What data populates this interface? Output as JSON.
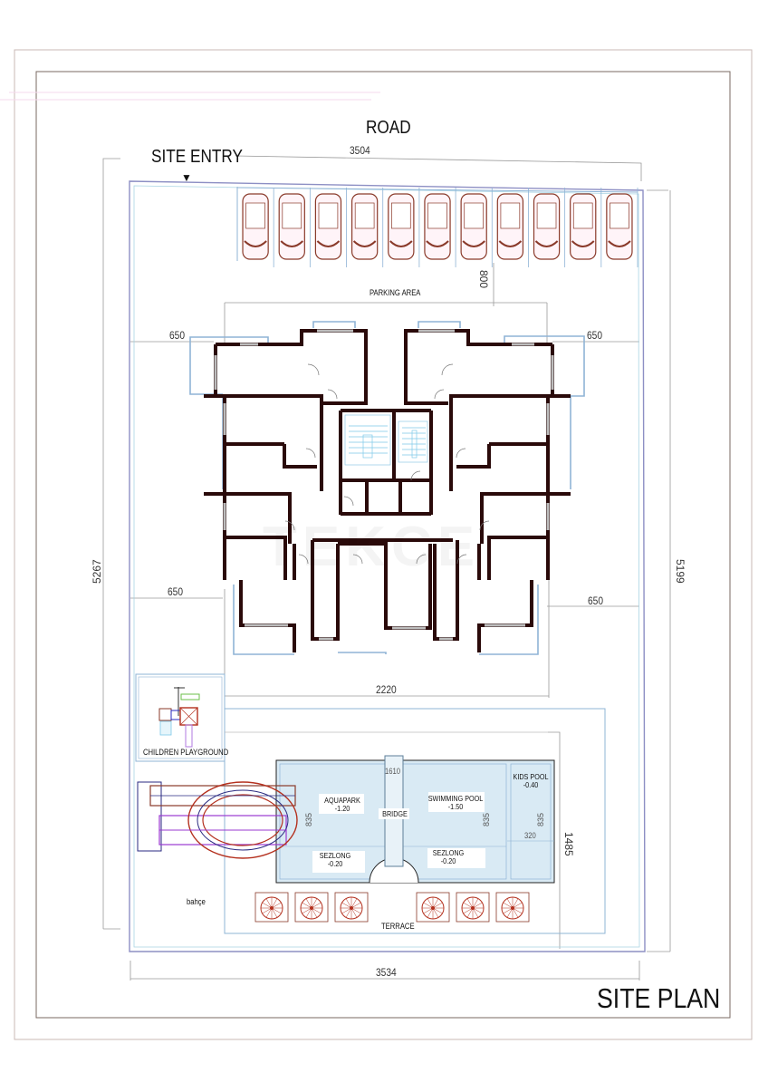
{
  "drawing": {
    "title": "SITE PLAN",
    "road_label": "ROAD",
    "site_entry_label": "SITE ENTRY",
    "site_entry_marker": "triangle-down",
    "watermark": "TEKCE"
  },
  "dimensions": {
    "top_width": "3504",
    "bottom_width": "3534",
    "left_height": "5267",
    "right_height": "5199",
    "parking_depth": "800",
    "setback_left_upper": "650",
    "setback_right_upper": "650",
    "setback_left_lower": "650",
    "setback_right_lower": "650",
    "building_width": "2220",
    "pool_area_depth": "1485"
  },
  "parking": {
    "label": "PARKING AREA",
    "space_count": 11
  },
  "playground": {
    "label": "CHILDREN PLAYGROUND"
  },
  "garden": {
    "label": "bahçe"
  },
  "pools": {
    "aquapark": {
      "name": "AQUAPARK",
      "depth": "-1.20"
    },
    "bridge": {
      "name": "BRIDGE",
      "length": "1610"
    },
    "swimming_pool": {
      "name": "SWIMMING POOL",
      "depth": "-1.50"
    },
    "kids_pool": {
      "name": "KIDS POOL",
      "depth": "-0.40",
      "width": "320"
    },
    "sezlong_left": {
      "name": "SEZLONG",
      "depth": "-0.20"
    },
    "sezlong_right": {
      "name": "SEZLONG",
      "depth": "-0.20"
    },
    "pool_depth_dims": [
      "835",
      "835",
      "835"
    ]
  },
  "terrace": {
    "label": "TERRACE",
    "umbrella_sets": 6
  },
  "colors": {
    "frame": "#7a6a62",
    "wall": "#2a0a0a",
    "boundary": "#8d8fc4",
    "balcony": "#8fb4d6",
    "pool_fill": "#d9eaf4",
    "car": "#8a3a2a",
    "slide_red": "#b4301e",
    "slide_purple": "#9a3ad0",
    "dim_line": "#999999"
  }
}
